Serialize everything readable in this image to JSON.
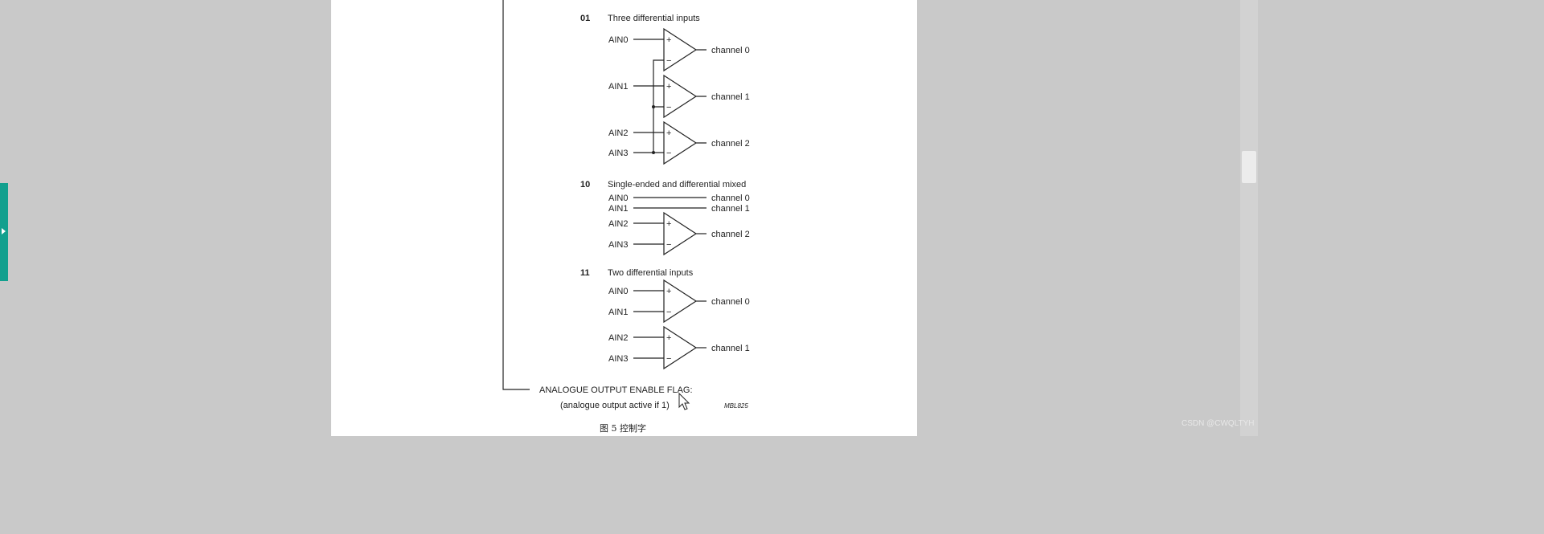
{
  "diagram": {
    "sections": [
      {
        "code": "01",
        "title": "Three differential inputs",
        "inputs": [
          "AIN0",
          "AIN1",
          "AIN2",
          "AIN3"
        ],
        "channels": [
          "channel 0",
          "channel 1",
          "channel 2"
        ]
      },
      {
        "code": "10",
        "title": "Single-ended and differential mixed",
        "inputs": [
          "AIN0",
          "AIN1",
          "AIN2",
          "AIN3"
        ],
        "channels": [
          "channel 0",
          "channel 1",
          "channel 2"
        ]
      },
      {
        "code": "11",
        "title": "Two differential inputs",
        "inputs": [
          "AIN0",
          "AIN1",
          "AIN2",
          "AIN3"
        ],
        "channels": [
          "channel 0",
          "channel 1"
        ]
      }
    ],
    "flag_label": "ANALOGUE OUTPUT ENABLE FLAG:",
    "flag_note": "(analogue output active if 1)",
    "figure_id": "MBL825",
    "caption": "图 5  控制字",
    "plus_sign": "+",
    "minus_sign": "−"
  },
  "watermark": "CSDN @CWQLTYH",
  "colors": {
    "background": "#c9c9c9",
    "page": "#ffffff",
    "side_tab": "#12a08e",
    "ink": "#222222"
  }
}
